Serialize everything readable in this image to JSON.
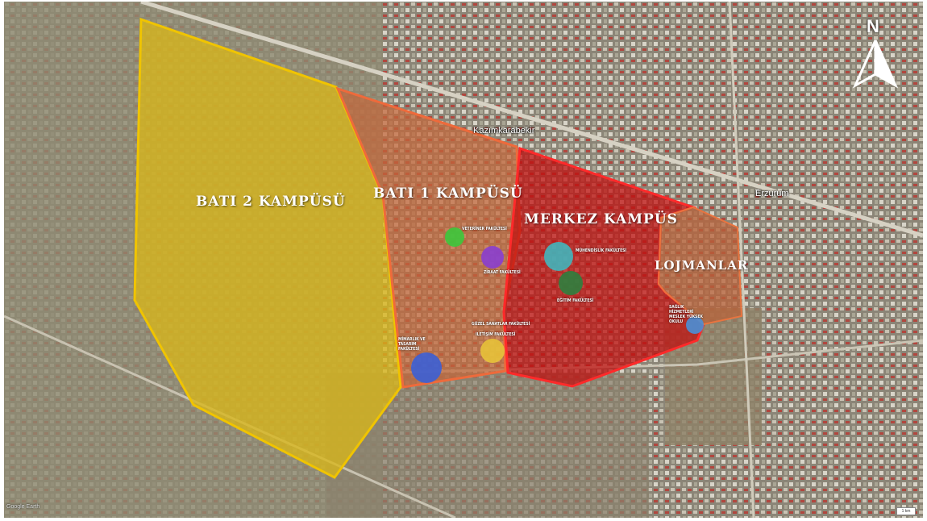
{
  "map": {
    "zones": [
      {
        "id": "bati2",
        "label": "BATI 2 KAMPÜSÜ",
        "fill": "#d8b619",
        "stroke": "#f0c400"
      },
      {
        "id": "bati1",
        "label": "BATI 1 KAMPÜSÜ",
        "fill": "#c4663a",
        "stroke": "#ee6a3b"
      },
      {
        "id": "merkez",
        "label": "MERKEZ KAMPÜS",
        "fill": "#c00c0c",
        "stroke": "#ff2a2a"
      },
      {
        "id": "lojman",
        "label": "LOJMANLAR",
        "fill": "#b8613a",
        "stroke": "#e9743f"
      }
    ],
    "faculties": [
      {
        "label": "VETERİNER FAKÜLTESİ",
        "color": "#3cc83c"
      },
      {
        "label": "ZİRAAT FAKÜLTESİ",
        "color": "#8a3fd0"
      },
      {
        "label": "MÜHENDİSLİK FAKÜLTESİ",
        "color": "#3bbcc4"
      },
      {
        "label": "EĞİTİM FAKÜLTESİ",
        "color": "#2e7f3e"
      },
      {
        "label": "SAĞLIK HİZMETLERİ MESLEK YÜKSEK OKULU",
        "color": "#4a8fd6"
      },
      {
        "label": "GÜZEL SANATLAR FAKÜLTESİ",
        "color": "#e7c23a"
      },
      {
        "label": "İLETİŞİM FAKÜLTESİ",
        "color": "#e7c23a"
      },
      {
        "label": "MİMARLIK VE TASARIM FAKÜLTESİ",
        "color": "#3b5fd6"
      }
    ],
    "places": {
      "kazimkarabekir": "Kazımkarabekir",
      "erzurum": "Erzurum"
    },
    "compass": "N",
    "credit": "Google Earth",
    "scale_label": "1 km"
  }
}
